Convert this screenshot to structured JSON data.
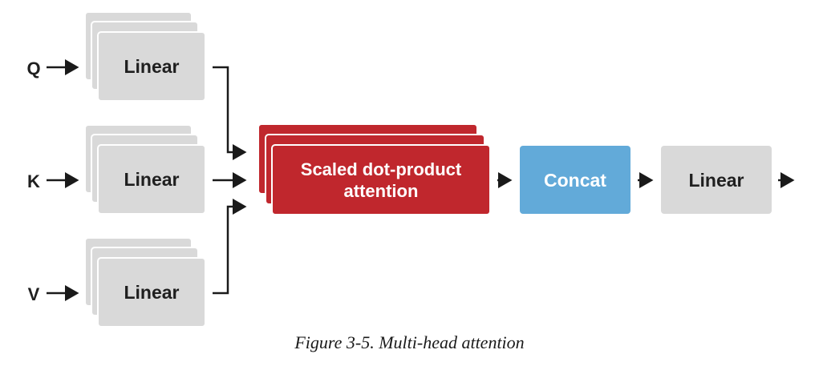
{
  "inputs": [
    {
      "label": "Q"
    },
    {
      "label": "K"
    },
    {
      "label": "V"
    }
  ],
  "blocks": {
    "linear_input": "Linear",
    "attention": [
      "Scaled dot-product",
      "attention"
    ],
    "concat": "Concat",
    "linear_output": "Linear"
  },
  "colors": {
    "linear": "#d9d9d9",
    "attention": "#c0272d",
    "concat": "#62aad9",
    "arrow": "#1a1a1a"
  },
  "caption": "Figure 3-5. Multi-head attention"
}
